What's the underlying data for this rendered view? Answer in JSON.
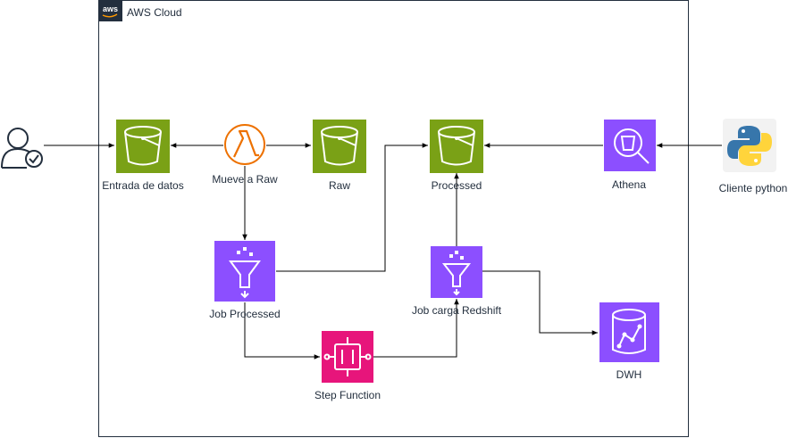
{
  "cloud": {
    "title": "AWS Cloud",
    "logo_text": "aws"
  },
  "nodes": {
    "user": {
      "icon": "user-check-icon"
    },
    "entrada": {
      "label": "Entrada de datos",
      "icon": "s3-bucket-icon",
      "color": "#7aa116"
    },
    "lambda": {
      "label": "Mueve a Raw",
      "icon": "lambda-icon",
      "color": "#ed7100"
    },
    "raw": {
      "label": "Raw",
      "icon": "s3-bucket-icon",
      "color": "#7aa116"
    },
    "processed": {
      "label": "Processed",
      "icon": "s3-bucket-icon",
      "color": "#7aa116"
    },
    "athena": {
      "label": "Athena",
      "icon": "athena-icon",
      "color": "#8c4fff"
    },
    "python": {
      "label": "Cliente python",
      "icon": "python-logo-icon"
    },
    "job_processed": {
      "label": "Job Processed",
      "icon": "glue-icon",
      "color": "#8c4fff"
    },
    "job_redshift": {
      "label": "Job carga Redshift",
      "icon": "glue-icon",
      "color": "#8c4fff"
    },
    "step_function": {
      "label": "Step Function",
      "icon": "step-functions-icon",
      "color": "#e7157b"
    },
    "dwh": {
      "label": "DWH",
      "icon": "redshift-icon",
      "color": "#8c4fff"
    }
  }
}
